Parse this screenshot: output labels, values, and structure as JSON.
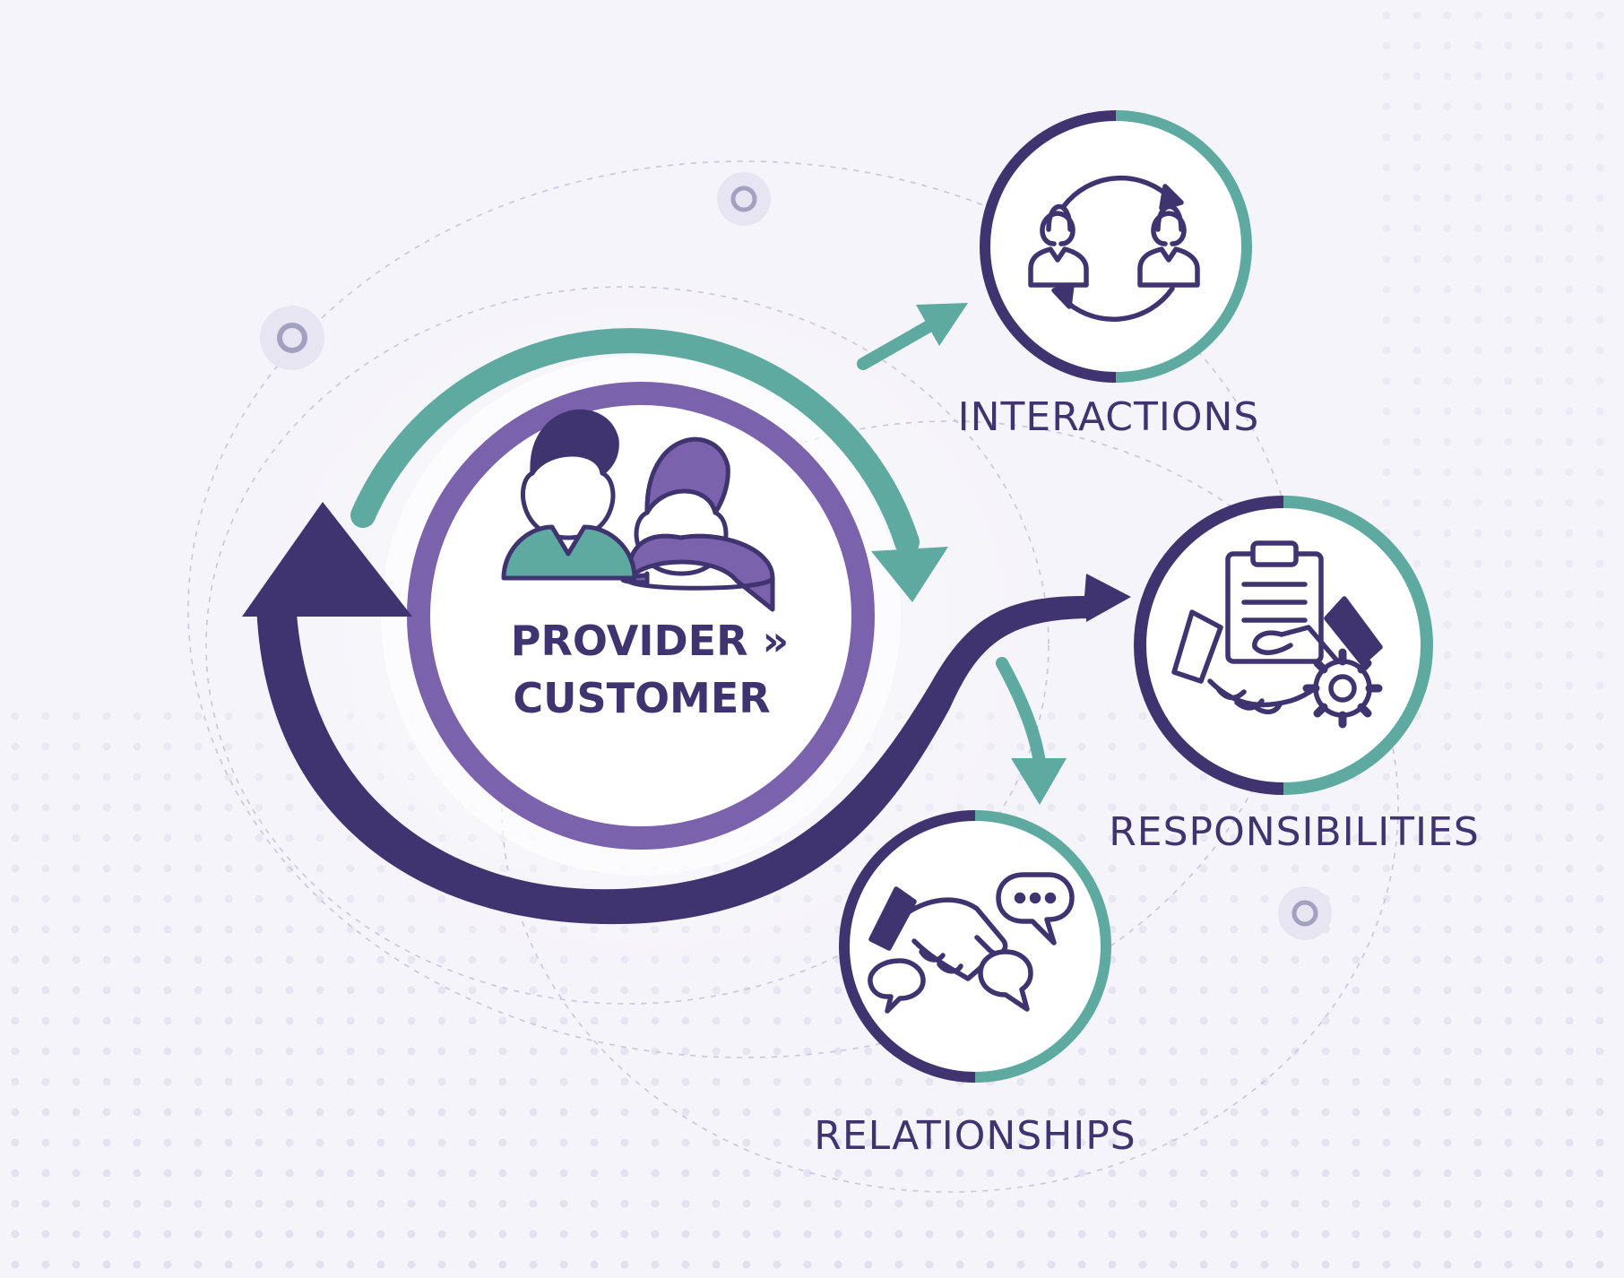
{
  "center": {
    "line1": "PROVIDER »",
    "line2": "CUSTOMER"
  },
  "nodes": {
    "interactions": {
      "label": "INTERACTIONS",
      "icon": "two-people-exchange-icon"
    },
    "responsibilities": {
      "label": "RESPONSIBILITIES",
      "icon": "handshake-clipboard-gear-icon"
    },
    "relationships": {
      "label": "RELATIONSHIPS",
      "icon": "handshake-speech-bubbles-icon"
    }
  },
  "colors": {
    "navy": "#3f3470",
    "purple": "#7a62ad",
    "teal": "#5ea9a0",
    "background": "#f5f4fa"
  }
}
